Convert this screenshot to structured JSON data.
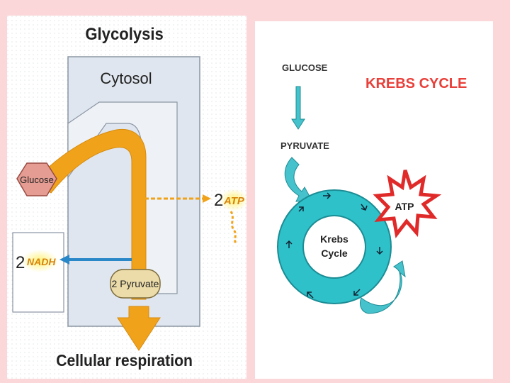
{
  "left": {
    "title": "Glycolysis",
    "cytosol": "Cytosol",
    "glucose": "Glucose",
    "atp_count": "2",
    "atp": "ATP",
    "nadh_count": "2",
    "nadh": "NADH",
    "pyruvate": "2 Pyruvate",
    "bottom": "Cellular respiration"
  },
  "right": {
    "glucose": "GLUCOSE",
    "title": "KREBS CYCLE",
    "pyruvate": "PYRUVATE",
    "cycle_line1": "Krebs",
    "cycle_line2": "Cycle",
    "atp": "ATP"
  },
  "colors": {
    "background": "#fcd7d9",
    "cytosol_fill": "#dfe6ef",
    "pathway_orange": "#f0a31a",
    "glucose_fill": "#e59c92",
    "pyruvate_fill": "#ecdcaa",
    "nadh_arrow": "#2a87c8",
    "krebs_teal": "#2fc1c9",
    "krebs_title": "#e8403a",
    "atp_burst": "#e02a2a"
  }
}
